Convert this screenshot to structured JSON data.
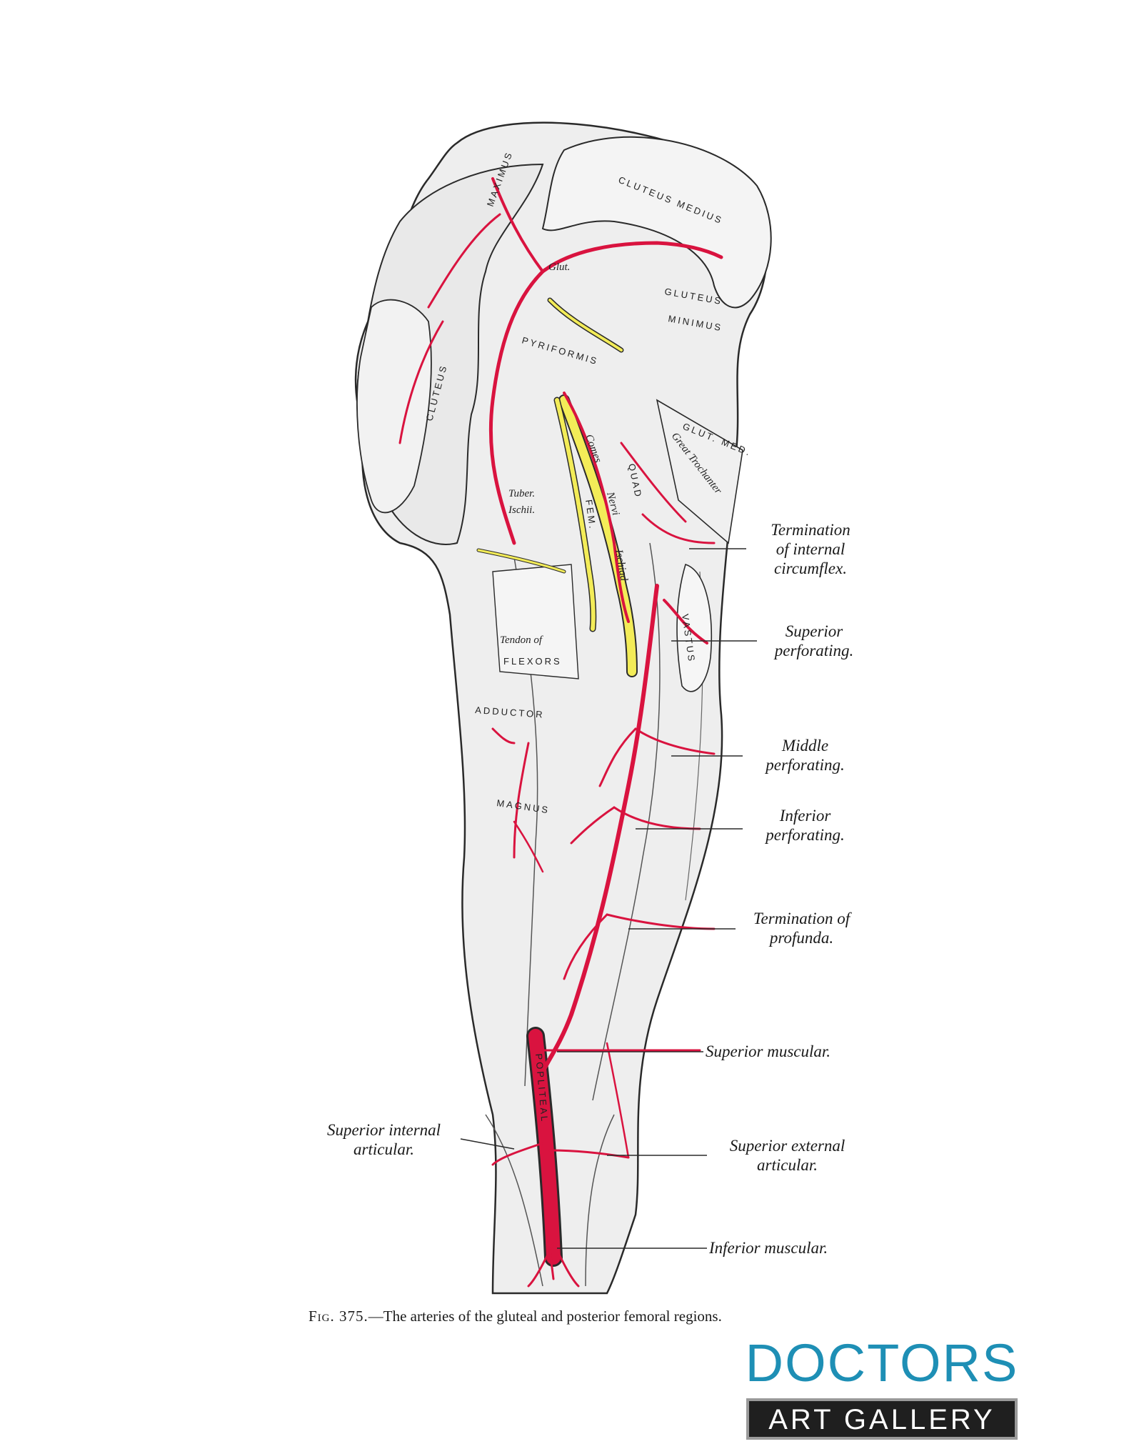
{
  "figure": {
    "callouts": [
      {
        "id": "termination-internal-circumflex",
        "lines": [
          "Termination",
          "of internal",
          "circumflex."
        ]
      },
      {
        "id": "superior-perforating",
        "lines": [
          "Superior",
          "perforating."
        ]
      },
      {
        "id": "middle-perforating",
        "lines": [
          "Middle",
          "perforating."
        ]
      },
      {
        "id": "inferior-perforating",
        "lines": [
          "Inferior",
          "perforating."
        ]
      },
      {
        "id": "termination-profunda",
        "lines": [
          "Termination of",
          "profunda."
        ]
      },
      {
        "id": "superior-muscular",
        "lines": [
          "Superior muscular."
        ]
      },
      {
        "id": "superior-internal-articular",
        "lines": [
          "Superior internal",
          "articular."
        ]
      },
      {
        "id": "superior-external-articular",
        "lines": [
          "Superior external",
          "articular."
        ]
      },
      {
        "id": "inferior-muscular",
        "lines": [
          "Inferior muscular."
        ]
      }
    ],
    "structure_labels": {
      "cluteus_medius": "CLUTEUS MEDIUS",
      "gluteus_minimus_1": "GLUTEUS",
      "gluteus_minimus_2": "MINIMUS",
      "gluteus_maximus_upper": "MAXIMUS",
      "gluteus_maximus_left": "CLUTEUS",
      "pyriformis": "PYRIFORMIS",
      "glut": "Glut.",
      "glut_med": "GLUT. MED.",
      "great_trochanter": "Great Trochanter",
      "tuber_1": "Tuber.",
      "tuber_2": "Ischii.",
      "comes": "Comes",
      "nervi": "Nervi",
      "ischiad": "Ischiad",
      "quad": "QUAD",
      "fem": "FEM.",
      "tendon_1": "Tendon of",
      "tendon_2": "FLEXORS",
      "adductor": "ADDUCTOR",
      "magnus": "MAGNUS",
      "vastus": "VASTUS",
      "popliteal": "POPLITEAL"
    },
    "caption": {
      "fig_label": "Fig. 375.",
      "text": "—The arteries of the gluteal and posterior femoral regions."
    },
    "colors": {
      "artery": "#d9133f",
      "nerve": "#f3ec58",
      "muscle_fill": "#ededed",
      "ink": "#2a2a2a"
    }
  },
  "logo": {
    "top": "DOCTORS",
    "bottom": "ART GALLERY",
    "color_top": "#1e8fb5"
  }
}
